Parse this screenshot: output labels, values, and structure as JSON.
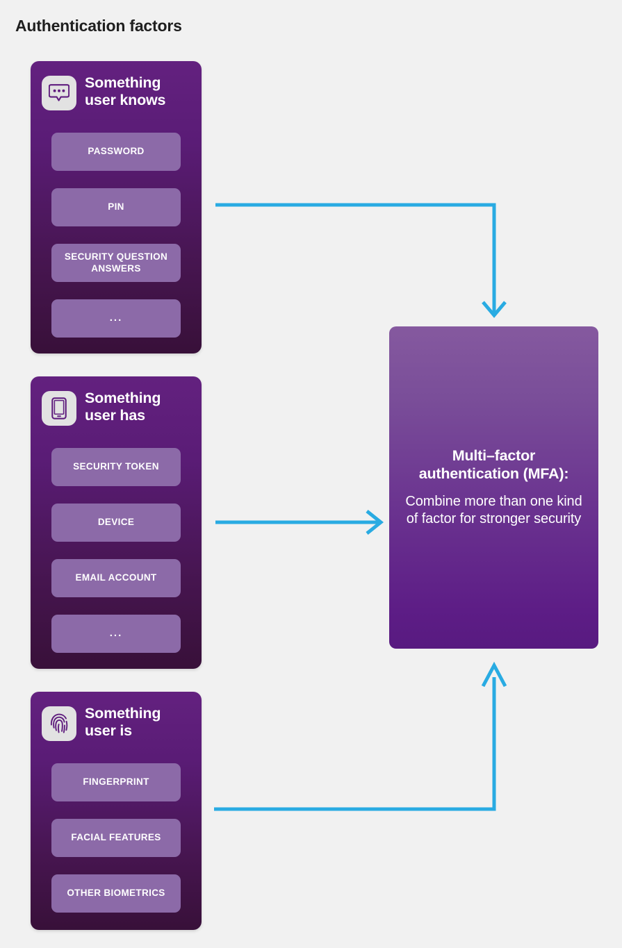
{
  "page": {
    "title": "Authentication factors",
    "background_color": "#f1f1f1",
    "title_color": "#1f1f1f"
  },
  "colors": {
    "card_gradient_top": "#63217f",
    "card_gradient_bottom": "#381039",
    "pill": "#8c6aa8",
    "mfa_gradient_top": "#85599f",
    "mfa_gradient_bottom": "#581a80",
    "arrow": "#29abe2",
    "icon_plate": "#e2e2e2",
    "icon_glyph": "#5f1d7e"
  },
  "factors": [
    {
      "icon": "speech-bubble-icon",
      "title": "Something user knows",
      "items": [
        "PASSWORD",
        "PIN",
        "SECURITY QUESTION ANSWERS",
        "..."
      ]
    },
    {
      "icon": "smartphone-icon",
      "title": "Something user has",
      "items": [
        "SECURITY TOKEN",
        "DEVICE",
        "EMAIL ACCOUNT",
        "..."
      ]
    },
    {
      "icon": "fingerprint-icon",
      "title": "Something user is",
      "items": [
        "FINGERPRINT",
        "FACIAL FEATURES",
        "OTHER BIOMETRICS"
      ]
    }
  ],
  "mfa": {
    "heading": "Multi–factor authentication (MFA):",
    "body": "Combine more than one kind of factor for stronger security"
  },
  "arrows": [
    {
      "name": "arrow-knows-to-mfa",
      "from": "Something user knows",
      "to": "Multi-factor authentication",
      "shape": "right-then-down",
      "direction": "down"
    },
    {
      "name": "arrow-has-to-mfa",
      "from": "Something user has",
      "to": "Multi-factor authentication",
      "shape": "straight-right",
      "direction": "right"
    },
    {
      "name": "arrow-is-to-mfa",
      "from": "Something user is",
      "to": "Multi-factor authentication",
      "shape": "right-then-up",
      "direction": "up"
    }
  ]
}
